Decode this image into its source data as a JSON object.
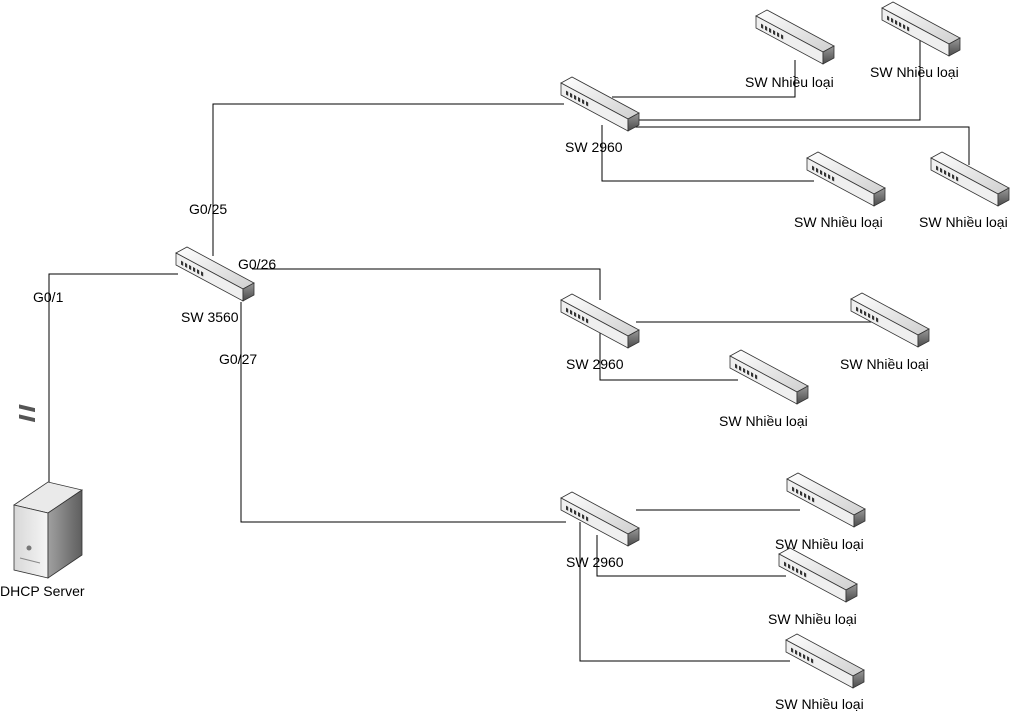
{
  "nodes": {
    "dhcp_server": "DHCP Server",
    "core": "SW 3560",
    "dist": [
      "SW 2960",
      "SW 2960",
      "SW 2960"
    ],
    "access": [
      "SW Nhiều loại",
      "SW Nhiều loại",
      "SW Nhiều loại",
      "SW Nhiều loại",
      "SW Nhiều loại",
      "SW Nhiều loại",
      "SW Nhiều loại",
      "SW Nhiều loại",
      "SW Nhiều loại"
    ]
  },
  "ports": {
    "g01": "G0/1",
    "g025": "G0/25",
    "g026": "G0/26",
    "g027": "G0/27"
  },
  "icons": {
    "server": "server-tower-icon",
    "switch": "network-switch-icon"
  }
}
